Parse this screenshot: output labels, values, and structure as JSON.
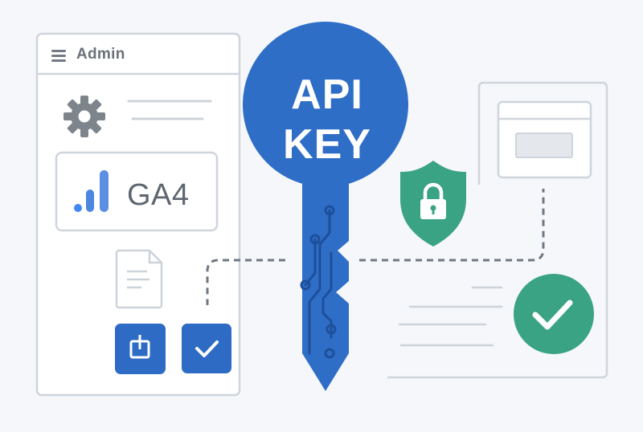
{
  "admin_panel": {
    "title": "Admin",
    "icon": "hamburger-menu-icon"
  },
  "analytics_card": {
    "label": "GA4",
    "icon": "bar-chart-icon"
  },
  "api_key": {
    "line1": "API",
    "line2": "KEY"
  },
  "icons": {
    "settings": "gear-icon",
    "document": "document-icon",
    "upload": "upload-icon",
    "check_small": "checkbox-check-icon",
    "security": "shield-lock-icon",
    "success": "check-circle-icon",
    "browser": "browser-window-icon"
  },
  "colors": {
    "background": "#f5f7fa",
    "key_blue": "#2f6ec7",
    "button_blue": "#2d6bc4",
    "green": "#3aa384",
    "gray_line": "#cdd3da",
    "dash": "#6f7782"
  }
}
